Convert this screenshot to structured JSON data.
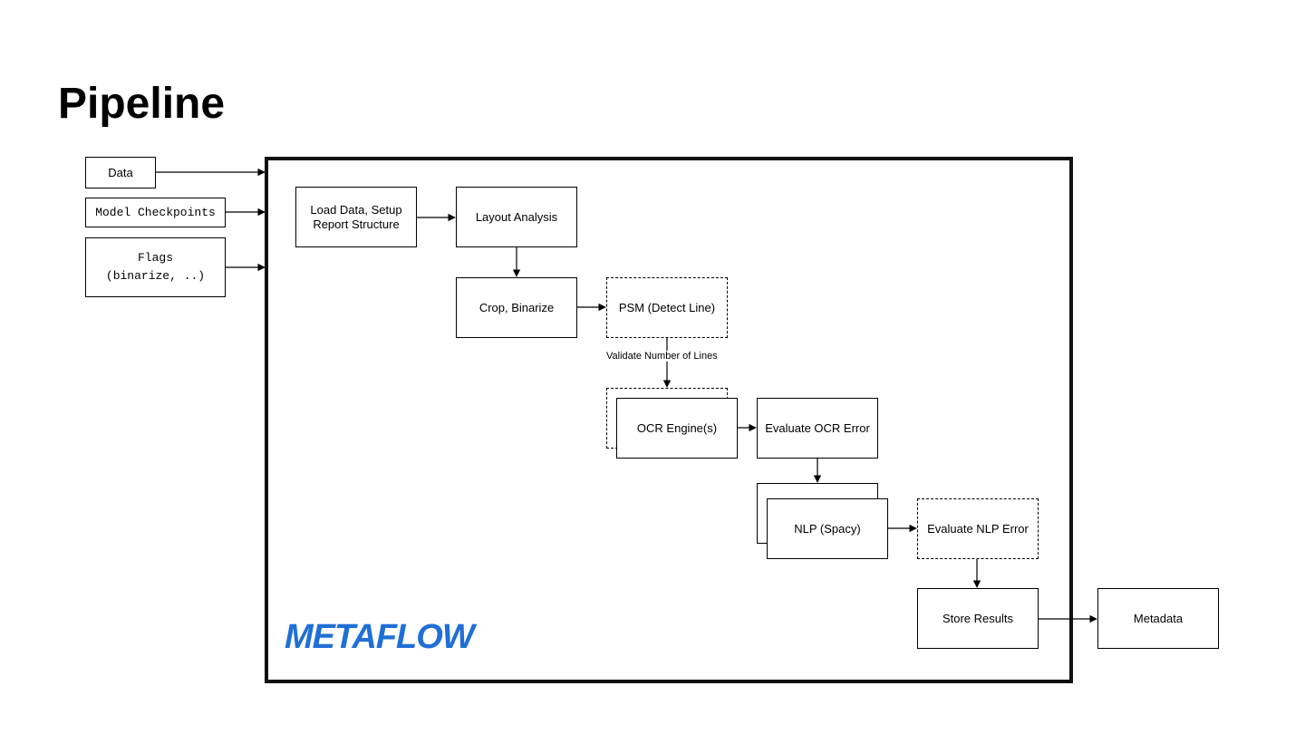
{
  "title": "Pipeline",
  "inputs": {
    "data": "Data",
    "model_checkpoints": "Model Checkpoints",
    "flags_line1": "Flags",
    "flags_line2": "(binarize, ..)"
  },
  "nodes": {
    "load_data": "Load Data, Setup Report Structure",
    "layout_analysis": "Layout Analysis",
    "crop_binarize": "Crop, Binarize",
    "psm": "PSM (Detect Line)",
    "ocr_engine": "OCR Engine(s)",
    "evaluate_ocr": "Evaluate OCR Error",
    "nlp_spacy": "NLP (Spacy)",
    "evaluate_nlp": "Evaluate NLP Error",
    "store_results": "Store Results",
    "metadata": "Metadata"
  },
  "edge_labels": {
    "validate_lines": "Validate Number of Lines"
  },
  "logo": {
    "text": "METAFLOW",
    "color": "#1f6fd6"
  }
}
